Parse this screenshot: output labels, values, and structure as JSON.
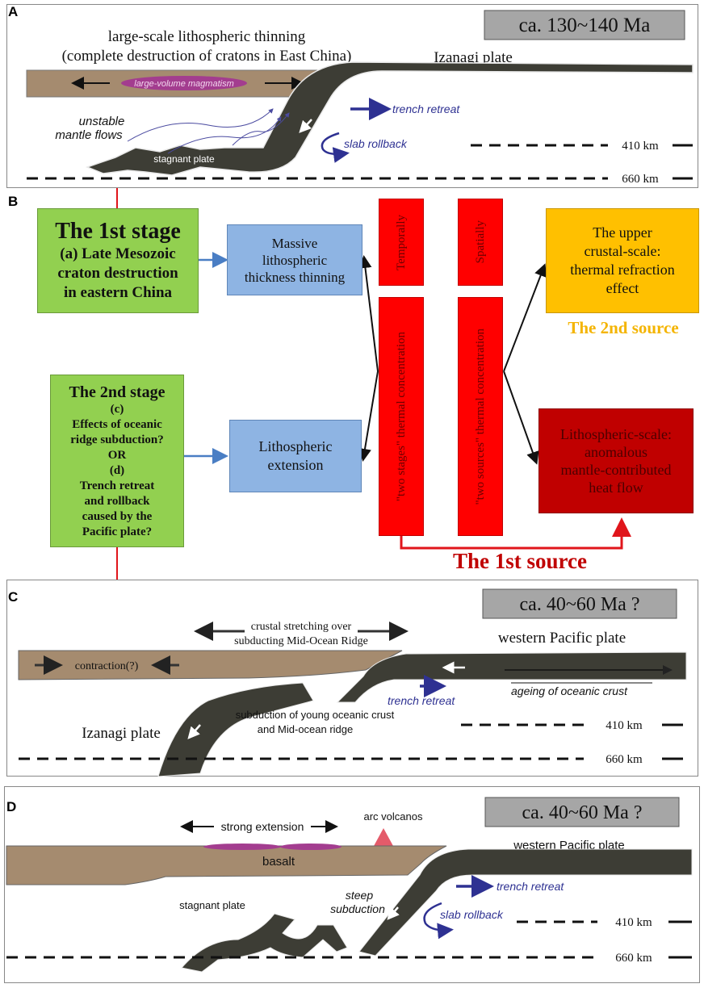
{
  "panel_a": {
    "label": "A",
    "age": "ca. 130~140 Ma",
    "title_line1": "large-scale lithospheric thinning",
    "title_line2": "(complete destruction of cratons in East China)",
    "plate": "Izanagi plate",
    "magmatism": "large-volume magmatism",
    "mantle_line1": "unstable",
    "mantle_line2": "mantle flows",
    "stagnant": "stagnant plate",
    "trench": "trench retreat",
    "rollback": "slab rollback",
    "d410": "410 km",
    "d660": "660 km"
  },
  "panel_b": {
    "label": "B",
    "stage1_title": "The 1st stage",
    "stage1_text": [
      "(a) Late Mesozoic",
      "craton destruction",
      "in eastern China"
    ],
    "stage2_title": "The 2nd stage",
    "stage2_text": [
      "(c)",
      "Effects of oceanic",
      "ridge subduction?",
      "OR",
      "(d)",
      "Trench retreat",
      "and rollback",
      "caused by the",
      "Pacific plate?"
    ],
    "massive": [
      "Massive",
      "lithospheric",
      "thickness thinning"
    ],
    "extension": [
      "Lithospheric",
      "extension"
    ],
    "temporally": "Temporally",
    "spatially": "Spatially",
    "two_stages": "\"two stages\" thermal concentration",
    "two_sources": "\"two sources\" thermal concentration",
    "upper": [
      "The upper",
      "crustal-scale:",
      "thermal refraction",
      "effect"
    ],
    "source2": "The 2nd source",
    "litho": [
      "Lithospheric-scale:",
      "anomalous",
      "mantle-contributed",
      "heat flow"
    ],
    "source1": "The 1st source",
    "colors": {
      "green": "#92d050",
      "blue": "#8eb4e3",
      "red": "#ff0000",
      "dark_red": "#c00000",
      "orange": "#ffc000"
    }
  },
  "panel_c": {
    "label": "C",
    "age": "ca. 40~60 Ma ?",
    "stretch_line1": "crustal stretching over",
    "stretch_line2": "subducting Mid-Ocean Ridge",
    "plate": "western Pacific plate",
    "contraction": "contraction(?)",
    "trench": "trench retreat",
    "ageing": "ageing of oceanic crust",
    "izanagi": "Izanagi plate",
    "young_line1": "subduction of young oceanic crust",
    "young_line2": "and Mid-ocean ridge",
    "d410": "410 km",
    "d660": "660 km"
  },
  "panel_d": {
    "label": "D",
    "age": "ca. 40~60 Ma ?",
    "arc": "arc volcanos",
    "strong": "strong extension",
    "plate": "western Pacific plate",
    "basalt": "basalt",
    "trench": "trench retreat",
    "steep_line1": "steep",
    "steep_line2": "subduction",
    "stagnant": "stagnant plate",
    "rollback": "slab rollback",
    "d410": "410 km",
    "d660": "660 km"
  }
}
